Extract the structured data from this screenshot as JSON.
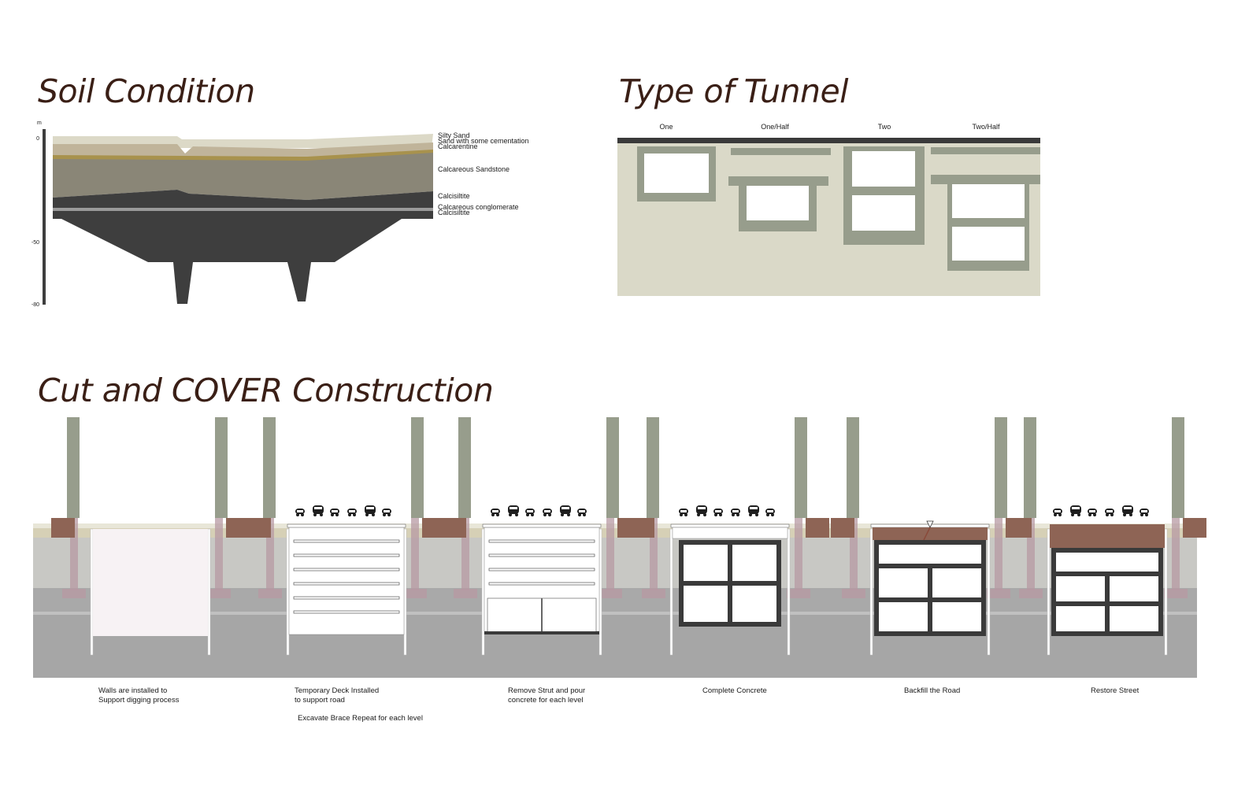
{
  "sections": {
    "soil": {
      "title": "Soil Condition"
    },
    "tunnel": {
      "title": "Type of Tunnel"
    },
    "cutcover": {
      "title": "Cut and COVER Construction"
    }
  },
  "soil_chart": {
    "unit": "m",
    "ticks": [
      "0",
      "-50",
      "-80"
    ],
    "layers": [
      "Silty Sand",
      "Sand with some cementation",
      "Calcarentine",
      "Calcareous Sandstone",
      "Calcisiltite",
      "Calcareous conglomerate",
      "Calcisiltite"
    ]
  },
  "tunnel_types": [
    "One",
    "One/Half",
    "Two",
    "Two/Half"
  ],
  "steps": [
    {
      "lines": [
        "Walls are installed to",
        "Support digging process"
      ]
    },
    {
      "lines": [
        "Temporary Deck Installed",
        "to support road"
      ],
      "extra": "Excavate Brace Repeat for each level"
    },
    {
      "lines": [
        "Remove Strut and pour",
        "concrete for each level"
      ]
    },
    {
      "lines": [
        "Complete Concrete"
      ]
    },
    {
      "lines": [
        "Backfill the Road"
      ]
    },
    {
      "lines": [
        "Restore Street"
      ]
    }
  ],
  "colors": {
    "title": "#3a1f16",
    "soil_light": "#d8d4c4",
    "soil_ochre": "#a8924d",
    "soil_gray": "#8a8677",
    "soil_dark": "#3e3e3e",
    "tunnel_bg": "#dad9c8",
    "tunnel_wall": "#979d8c",
    "brown": "#8e6455",
    "pile": "#979d8c"
  }
}
